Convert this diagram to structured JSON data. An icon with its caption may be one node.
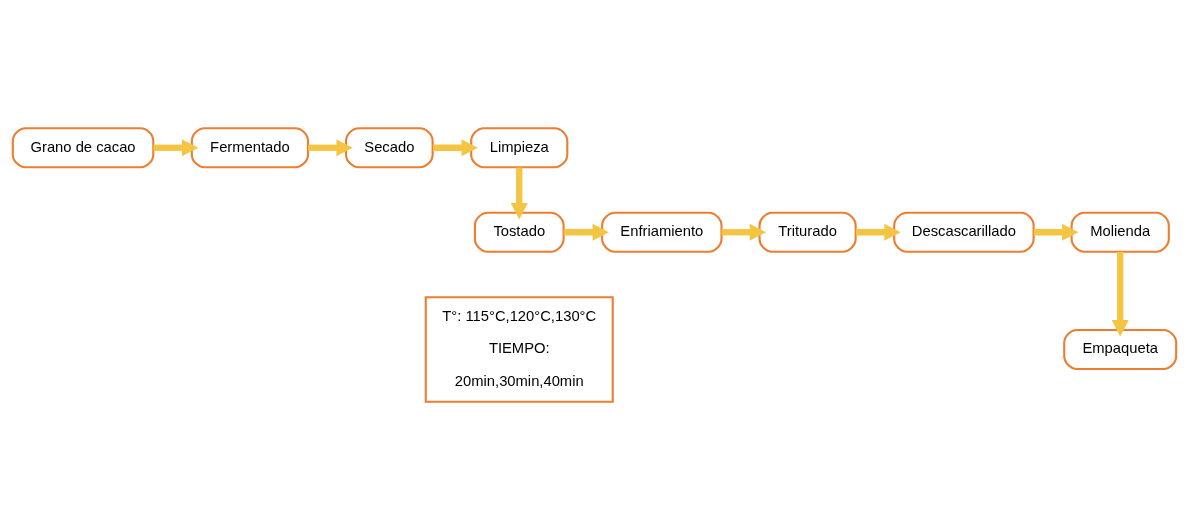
{
  "diagram": {
    "nodes": [
      {
        "text": [
          "Grano de cacao"
        ]
      },
      {
        "text": [
          "Fermentado"
        ]
      },
      {
        "text": [
          "Secado"
        ]
      },
      {
        "text": [
          "Limpieza"
        ]
      },
      {
        "text": [
          "Tostado"
        ]
      },
      {
        "text": [
          "Enfriamiento"
        ]
      },
      {
        "text": [
          "Triturado"
        ]
      },
      {
        "text": [
          "Descascarillado"
        ]
      },
      {
        "text": [
          "Molienda"
        ]
      },
      {
        "text": [
          "Empaqueta"
        ]
      },
      {
        "text": [
          "T°: 115°C,120°C,130°C",
          "TIEMPO:",
          "20min,30min,40min"
        ]
      }
    ],
    "edges": [
      {
        "from": 0,
        "to": 1,
        "arrow": "to"
      },
      {
        "from": 1,
        "to": 2,
        "arrow": "to"
      },
      {
        "from": 2,
        "to": 3,
        "arrow": "to"
      },
      {
        "from": 3,
        "to": 4,
        "arrow": "to"
      },
      {
        "from": 4,
        "to": 5,
        "arrow": "to"
      },
      {
        "from": 5,
        "to": 6,
        "arrow": "to"
      },
      {
        "from": 6,
        "to": 7,
        "arrow": "to"
      },
      {
        "from": 7,
        "to": 8,
        "arrow": "to"
      },
      {
        "from": 8,
        "to": 9,
        "arrow": "to"
      }
    ]
  }
}
